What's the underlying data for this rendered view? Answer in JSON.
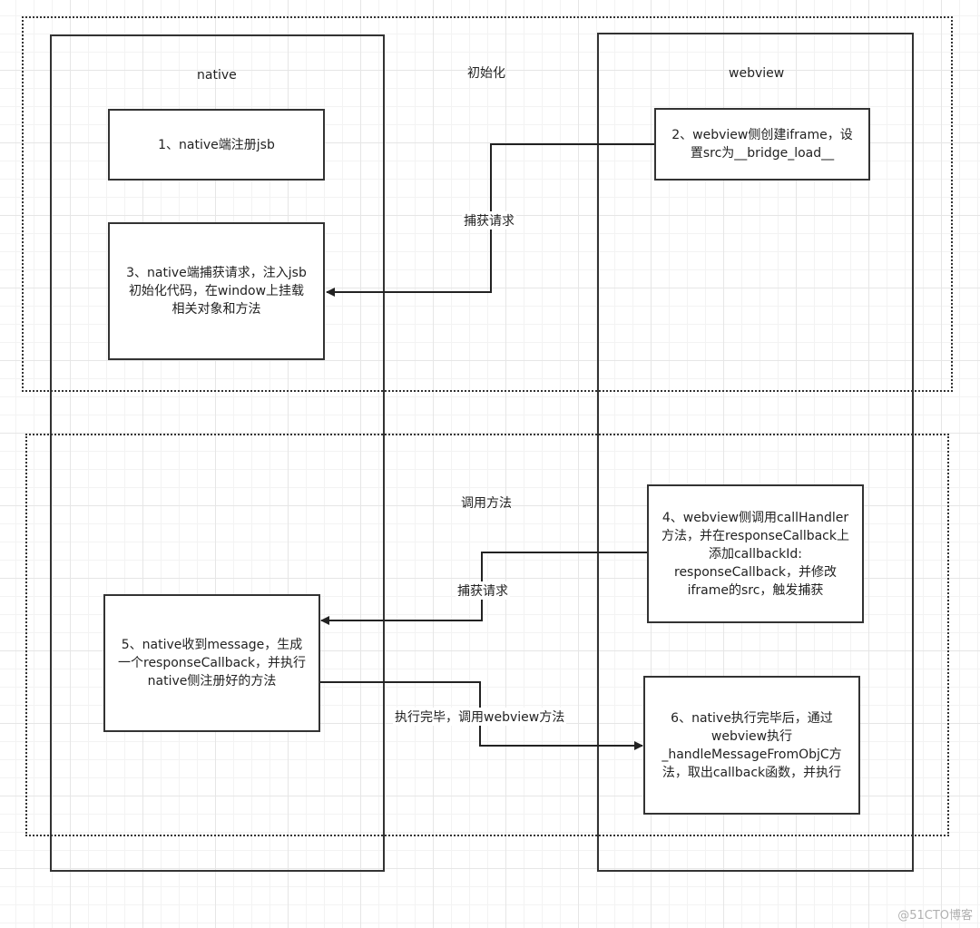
{
  "groups": {
    "init": {
      "title": "初始化"
    },
    "invoke": {
      "title": "调用方法"
    }
  },
  "lanes": {
    "native": "native",
    "webview": "webview"
  },
  "nodes": {
    "step1": "1、native端注册jsb",
    "step2": "2、webview侧创建iframe，设\n置src为__bridge_load__",
    "step3": "3、native端捕获请求，注入jsb\n初始化代码，在window上挂载\n相关对象和方法",
    "step4": "4、webview侧调用callHandler\n方法，并在responseCallback上\n添加callbackId:\nresponseCallback，并修改\niframe的src，触发捕获",
    "step5": "5、native收到message，生成\n一个responseCallback，并执行\nnative侧注册好的方法",
    "step6": "6、native执行完毕后，通过\nwebview执行\n_handleMessageFromObjC方\n法，取出callback函数，并执行"
  },
  "edges": {
    "capture1": "捕获请求",
    "capture2": "捕获请求",
    "done": "执行完毕，调用webview方法"
  },
  "watermark": "@51CTO博客"
}
